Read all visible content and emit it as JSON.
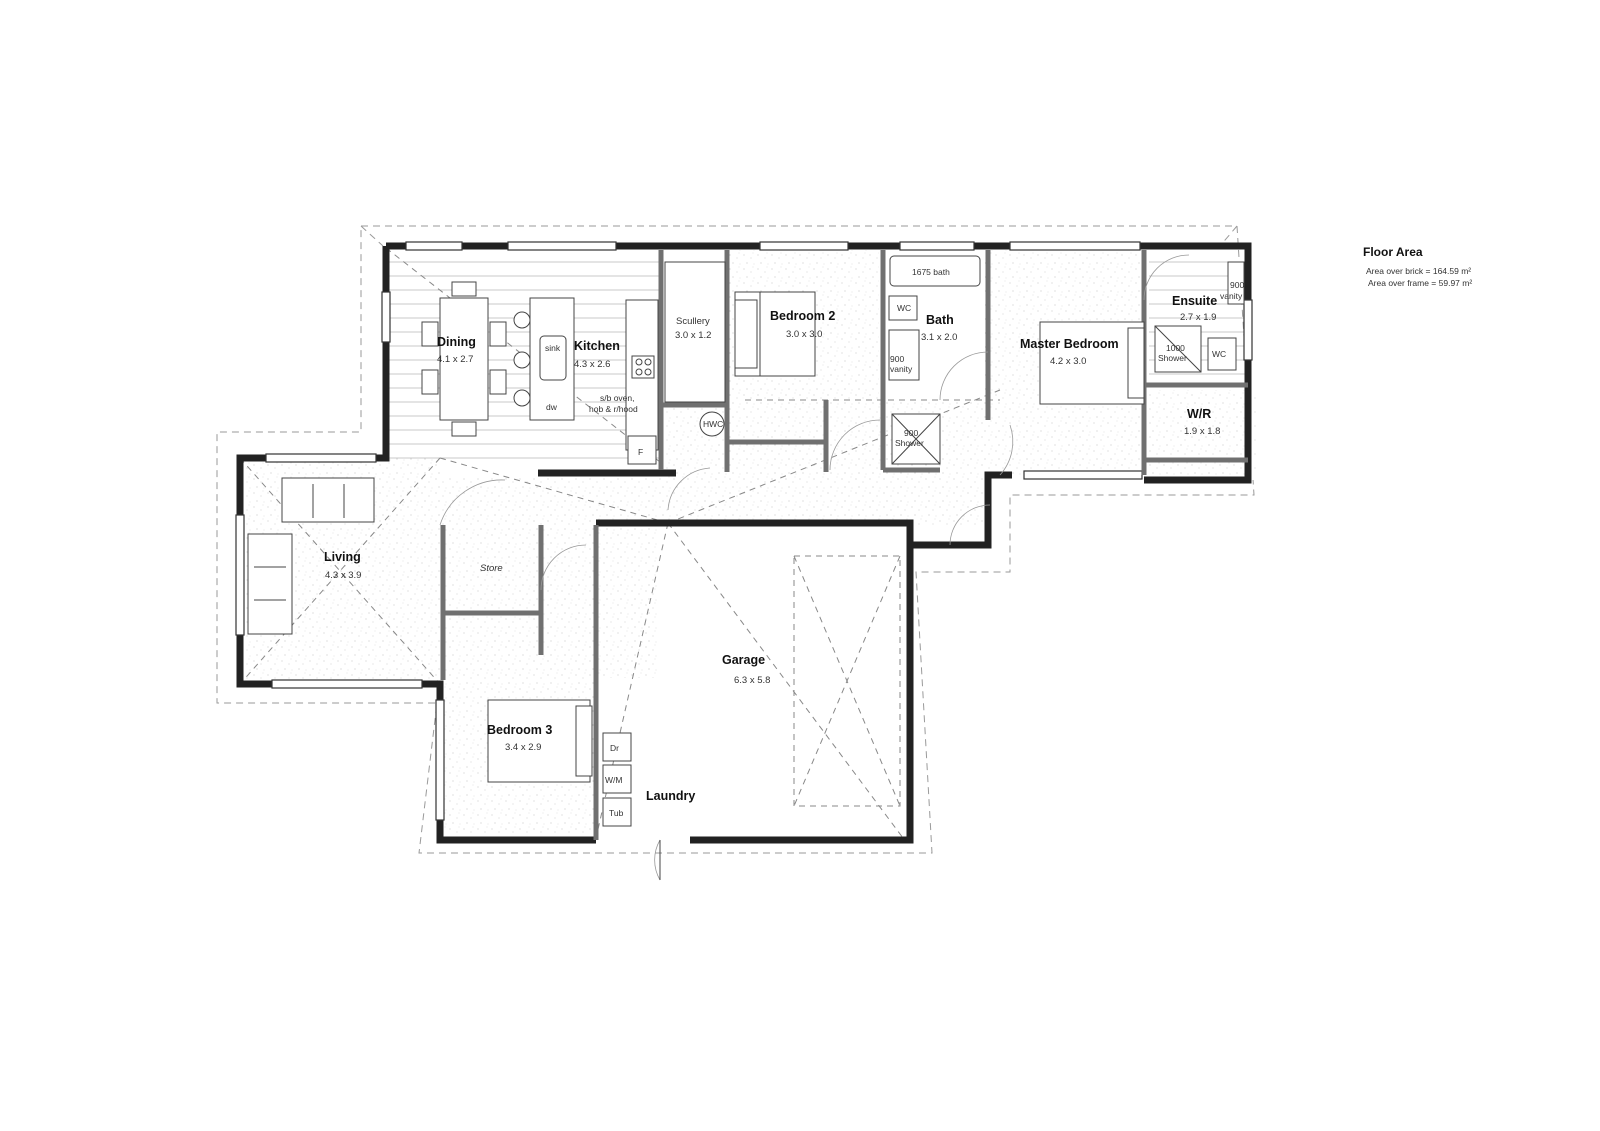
{
  "floor_area": {
    "title": "Floor Area",
    "brick": "Area over brick = 164.59 m²",
    "frame": "Area over frame = 59.97 m²"
  },
  "rooms": {
    "dining": {
      "name": "Dining",
      "dims": "4.1 x 2.7"
    },
    "kitchen": {
      "name": "Kitchen",
      "dims": "4.3 x 2.6"
    },
    "scullery": {
      "name": "Scullery",
      "dims": "3.0 x 1.2"
    },
    "bedroom2": {
      "name": "Bedroom 2",
      "dims": "3.0 x 3.0"
    },
    "bath": {
      "name": "Bath",
      "dims": "3.1 x 2.0"
    },
    "master": {
      "name": "Master Bedroom",
      "dims": "4.2 x 3.0"
    },
    "ensuite": {
      "name": "Ensuite",
      "dims": "2.7 x 1.9"
    },
    "wr": {
      "name": "W/R",
      "dims": "1.9 x 1.8"
    },
    "living": {
      "name": "Living",
      "dims": "4.3 x 3.9"
    },
    "store": {
      "name": "Store"
    },
    "garage": {
      "name": "Garage",
      "dims": "6.3 x 5.8"
    },
    "bedroom3": {
      "name": "Bedroom 3",
      "dims": "3.4 x 2.9"
    },
    "laundry": {
      "name": "Laundry"
    }
  },
  "fixtures": {
    "sink": "sink",
    "dw": "dw",
    "oven_1": "s/b oven,",
    "oven_2": "hob & r/hood",
    "fridge": "F",
    "hwc": "HWC",
    "bath_tub": "1675 bath",
    "wc_bath": "WC",
    "vanity_bath_1": "900",
    "vanity_bath_2": "vanity",
    "shower_bath_1": "900",
    "shower_bath_2": "Shower",
    "ens_vanity_1": "900",
    "ens_vanity_2": "vanity",
    "ens_shower_1": "1000",
    "ens_shower_2": "Shower",
    "wc_ens": "WC",
    "dryer": "Dr",
    "washer": "W/M",
    "tub": "Tub"
  }
}
